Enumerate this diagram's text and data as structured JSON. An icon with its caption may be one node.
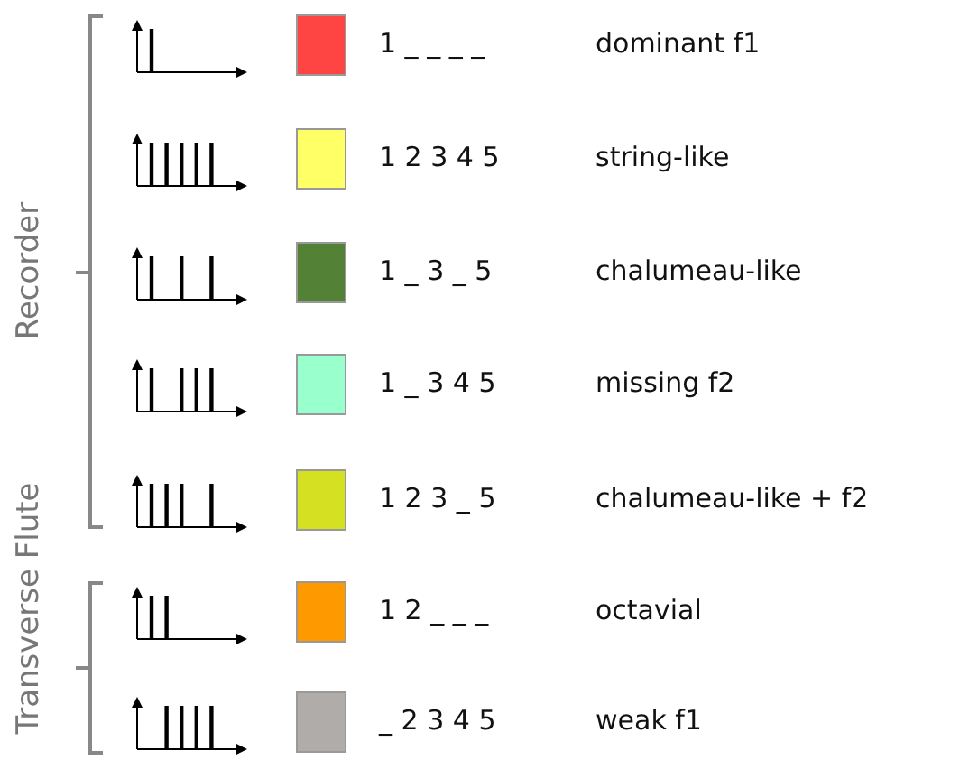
{
  "diagram": {
    "labels": [
      "Recorder",
      "Transverse Flute",
      "1 _ _ _ _",
      "1 2 3 4 5",
      "1 _ 3 _ 5",
      "1 _ 3 4 5",
      "1 2 3 _ 5",
      "1 2 _ _ _",
      "_ 2 3 4 5"
    ],
    "legend": [
      {
        "text": "dominant f1",
        "color": "#ff4444"
      },
      {
        "text": "string-like",
        "color": "#ffff66"
      },
      {
        "text": "chalumeau-like",
        "color": "#538135"
      },
      {
        "text": "missing f2",
        "color": "#99ffcc"
      },
      {
        "text": "chalumeau-like + f2",
        "color": "#d4e021"
      },
      {
        "text": "octavial",
        "color": "#ff9900"
      },
      {
        "text": "weak f1",
        "color": "#b0acaa"
      }
    ]
  }
}
